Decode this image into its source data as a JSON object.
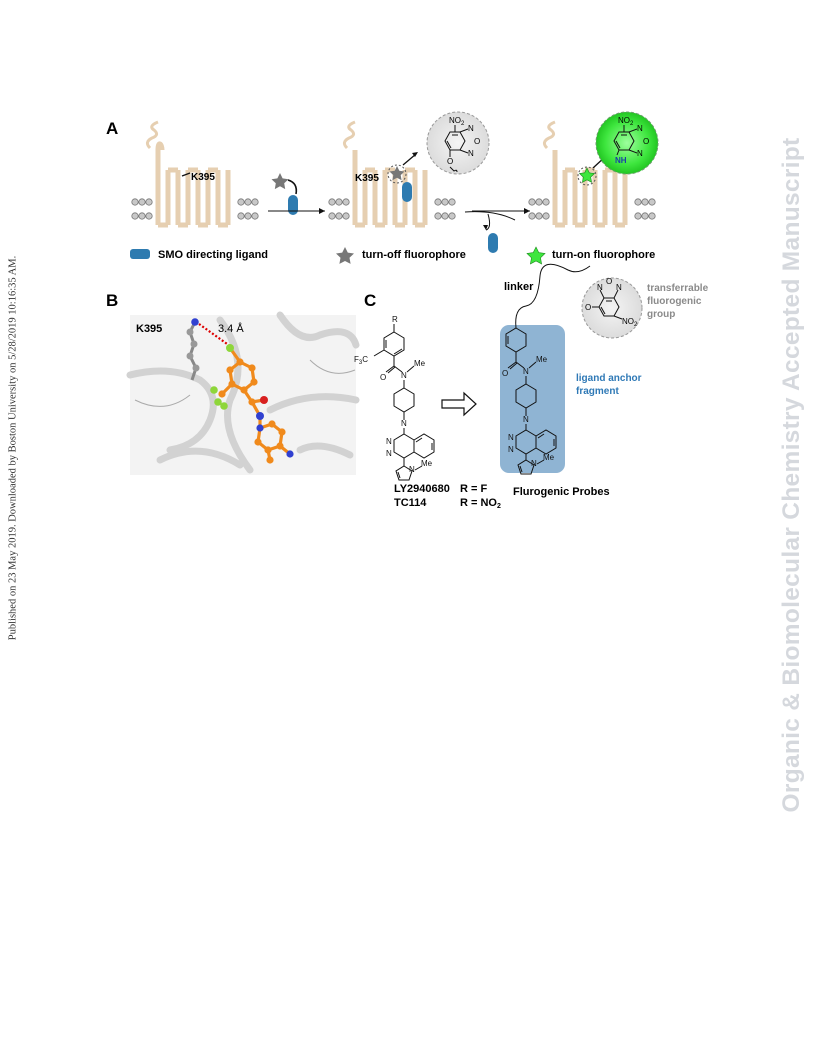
{
  "margin_left": {
    "published_line": "Published on 23 May 2019. Downloaded by Boston University on 5/28/2019 10:16:35 AM."
  },
  "watermark": {
    "text": "Organic & Biomolecular Chemistry Accepted Manuscript"
  },
  "panel_a": {
    "letter": "A",
    "residue_label": "K395",
    "residue_label_2": "K395",
    "legend": {
      "ligand": "SMO directing ligand",
      "turn_off": "turn-off fluorophore",
      "turn_on": "turn-on fluorophore"
    },
    "nbd_off": {
      "no2": "NO",
      "no2_sub": "2",
      "n1": "N",
      "o": "O",
      "n2": "N",
      "o_link": "O"
    },
    "nbd_on": {
      "no2": "NO",
      "no2_sub": "2",
      "n1": "N",
      "o": "O",
      "n2": "N",
      "nh": "NH"
    }
  },
  "panel_b": {
    "letter": "B",
    "residue_label": "K395",
    "distance": "3.4 Å"
  },
  "panel_c": {
    "letter": "C",
    "r_label": "R",
    "cf3": "F",
    "cf3_sub": "3",
    "cf3_c": "C",
    "n_methyl_n": "N",
    "n_methyl_me": "Me",
    "amide_o": "O",
    "pip_n": "N",
    "ring_n1": "N",
    "ring_n2": "N",
    "pyr_n": "N",
    "pyr_me": "Me",
    "compound1": "LY2940680",
    "compound1_r": "R = F",
    "compound2": "TC114",
    "compound2_r": "R = NO",
    "compound2_r_sub": "2",
    "linker": "linker",
    "transferrable_1": "transferrable",
    "transferrable_2": "fluorogenic",
    "transferrable_3": "group",
    "anchor_1": "ligand anchor",
    "anchor_2": "fragment",
    "probes_label": "Flurogenic Probes",
    "probe_o": "O",
    "probe_n": "N",
    "probe_me": "Me",
    "probe_pip_n": "N",
    "probe_ring_n1": "N",
    "probe_ring_n2": "N",
    "probe_pyr_n": "N",
    "probe_pyr_me": "Me",
    "nbd": {
      "n1": "N",
      "o_ring": "O",
      "n2": "N",
      "o_link": "O",
      "no2": "NO",
      "no2_sub": "2"
    }
  },
  "colors": {
    "membrane_protein": "#e6cfb1",
    "ligand_blue": "#2e7bb0",
    "turn_off_gray": "#777777",
    "turn_on_green": "#3ee63e",
    "anchor_box": "#8fb4d3",
    "anchor_text": "#2f79b6",
    "watermark": "#d5d8dd",
    "carbon_orange": "#f08a1c",
    "fluorine_green": "#8ed63a"
  }
}
